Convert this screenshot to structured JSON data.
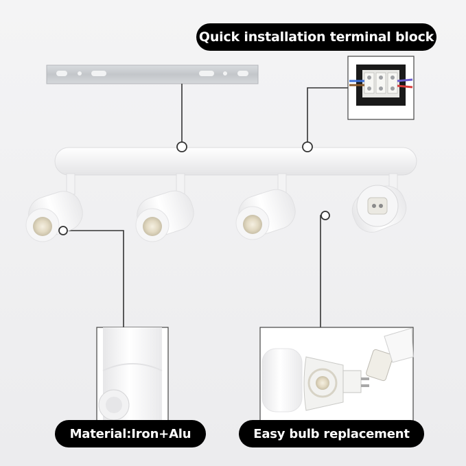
{
  "labels": {
    "terminal_block": "Quick installation terminal block",
    "material": "Material:Iron+Alu",
    "bulb_replacement": "Easy bulb replacement"
  },
  "colors": {
    "pill_background": "#000000",
    "pill_text": "#ffffff",
    "fixture": "#ffffff",
    "connector_line": "#333333",
    "bracket": "#c9ccd0"
  }
}
